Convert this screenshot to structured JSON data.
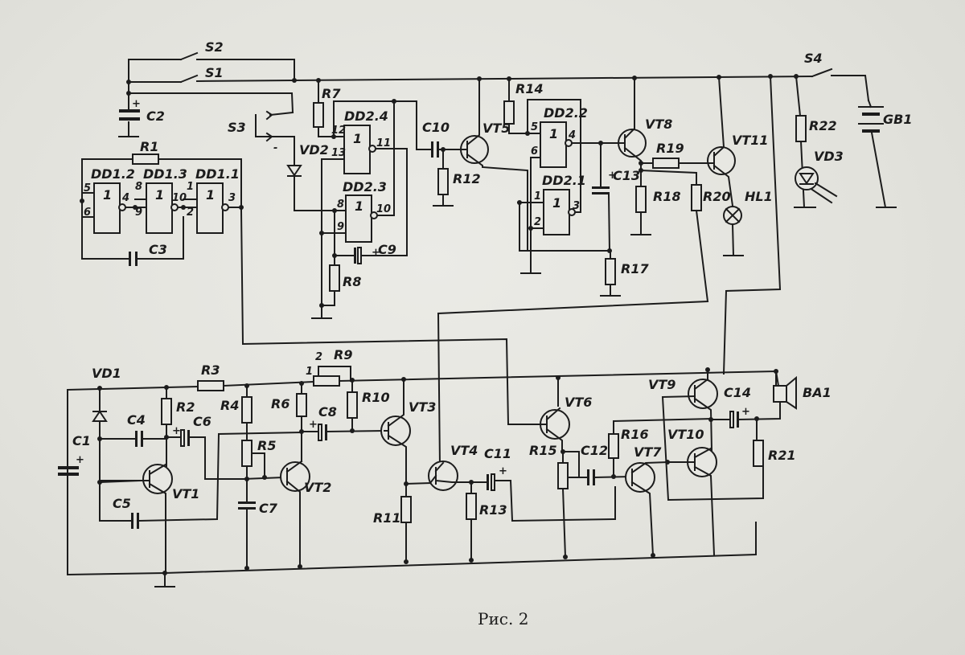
{
  "caption": "Рис. 2",
  "switches": {
    "S1": "S1",
    "S2": "S2",
    "S3": "S3",
    "S4": "S4"
  },
  "logic_gates": [
    {
      "id": "DD1.2",
      "symbol": "1",
      "pins": [
        "5",
        "6",
        "4"
      ]
    },
    {
      "id": "DD1.3",
      "symbol": "1",
      "pins": [
        "8",
        "9",
        "10"
      ]
    },
    {
      "id": "DD1.1",
      "symbol": "1",
      "pins": [
        "1",
        "2",
        "3"
      ]
    },
    {
      "id": "DD2.4",
      "symbol": "1",
      "pins": [
        "12",
        "13",
        "11"
      ]
    },
    {
      "id": "DD2.3",
      "symbol": "1",
      "pins": [
        "8",
        "9",
        "10"
      ]
    },
    {
      "id": "DD2.2",
      "symbol": "1",
      "pins": [
        "5",
        "6",
        "4"
      ]
    },
    {
      "id": "DD2.1",
      "symbol": "1",
      "pins": [
        "1",
        "2",
        "3"
      ]
    }
  ],
  "resistors": [
    "R1",
    "R2",
    "R3",
    "R4",
    "R5",
    "R6",
    "R7",
    "R8",
    "R9",
    "R10",
    "R11",
    "R12",
    "R13",
    "R14",
    "R15",
    "R16",
    "R17",
    "R18",
    "R19",
    "R20",
    "R21",
    "R22"
  ],
  "capacitors": [
    "C1",
    "C2",
    "C3",
    "C4",
    "C5",
    "C6",
    "C7",
    "C8",
    "C9",
    "C10",
    "C11",
    "C12",
    "C13",
    "C14"
  ],
  "transistors": [
    "VT1",
    "VT2",
    "VT3",
    "VT4",
    "VT5",
    "VT6",
    "VT7",
    "VT8",
    "VT9",
    "VT10",
    "VT11"
  ],
  "diodes": [
    "VD1",
    "VD2",
    "VD3"
  ],
  "others": {
    "lamp": "HL1",
    "speaker": "BA1",
    "battery": "GB1"
  },
  "r9_pins": [
    "1",
    "2"
  ],
  "polarity": {
    "plus": "+",
    "minus": "-"
  }
}
